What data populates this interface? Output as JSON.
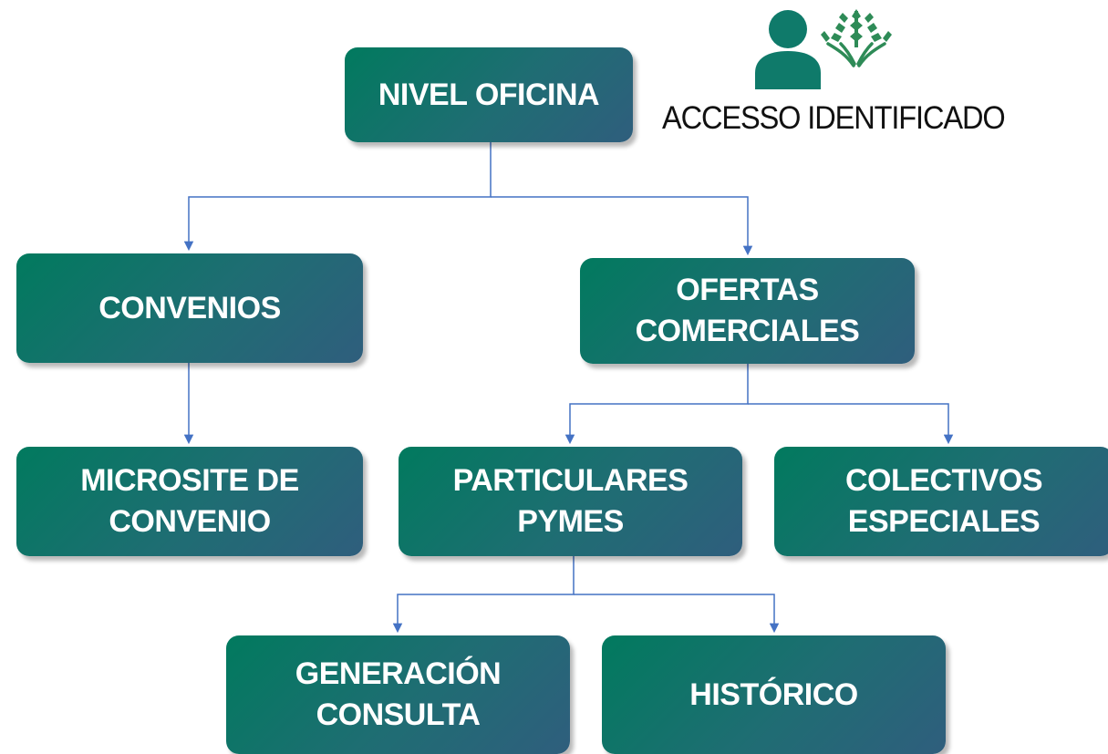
{
  "nodes": {
    "nivel_oficina": [
      "NIVEL OFICINA"
    ],
    "convenios": [
      "CONVENIOS"
    ],
    "ofertas_comerciales": [
      "OFERTAS",
      "COMERCIALES"
    ],
    "microsite_de_convenio": [
      "MICROSITE DE",
      "CONVENIO"
    ],
    "particulares_pymes": [
      "PARTICULARES",
      "PYMES"
    ],
    "colectivos_especiales": [
      "COLECTIVOS",
      "ESPECIALES"
    ],
    "generacion_consulta": [
      "GENERACIÓN",
      "CONSULTA"
    ],
    "historico": [
      "HISTÓRICO"
    ]
  },
  "access": {
    "caption": "ACCESSO IDENTIFICADO",
    "user_icon": "user-icon",
    "brand_icon": "wheat-logo-icon"
  },
  "colors": {
    "node_gradient_start": "#017a5e",
    "node_gradient_end": "#2f5e7d",
    "node_text": "#ffffff",
    "connector": "#4472c4",
    "user_icon": "#0f7a6a",
    "brand": "#2e8b57"
  }
}
